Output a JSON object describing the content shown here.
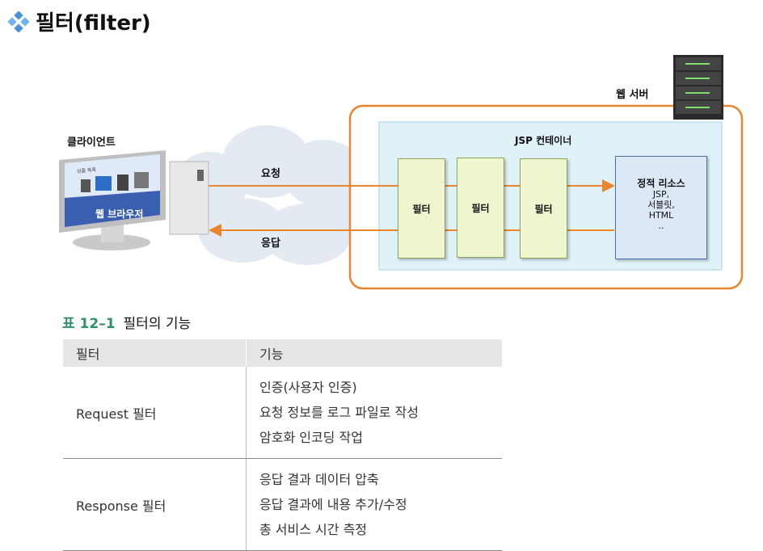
{
  "title": "필터(filter)",
  "diagram": {
    "client_label": "클라이언트",
    "browser_label": "웹 브라우저",
    "browser_header": "상품 목록",
    "request_label": "요청",
    "response_label": "응답",
    "server_label": "웹 서버",
    "container_label": "JSP  컨테이너",
    "filters": [
      "필터",
      "필터",
      "필터"
    ],
    "static_resource": {
      "title": "정적 리소스",
      "lines": [
        "JSP,",
        "서블릿,",
        "HTML",
        ".."
      ]
    },
    "colors": {
      "server_border": "#e8862f",
      "container_bg": "#dff2f8",
      "arrow": "#e8862f"
    }
  },
  "table": {
    "caption_number": "표 12–1",
    "caption_text": "필터의 기능",
    "headers": [
      "필터",
      "기능"
    ],
    "rows": [
      {
        "name": "Request 필터",
        "functions": [
          "인증(사용자 인증)",
          "요청 정보를 로그 파일로 작성",
          "암호화 인코딩 작업"
        ]
      },
      {
        "name": "Response 필터",
        "functions": [
          "응답 결과 데이터 압축",
          "응답 결과에 내용 추가/수정",
          "총 서비스 시간 측정"
        ]
      }
    ]
  }
}
